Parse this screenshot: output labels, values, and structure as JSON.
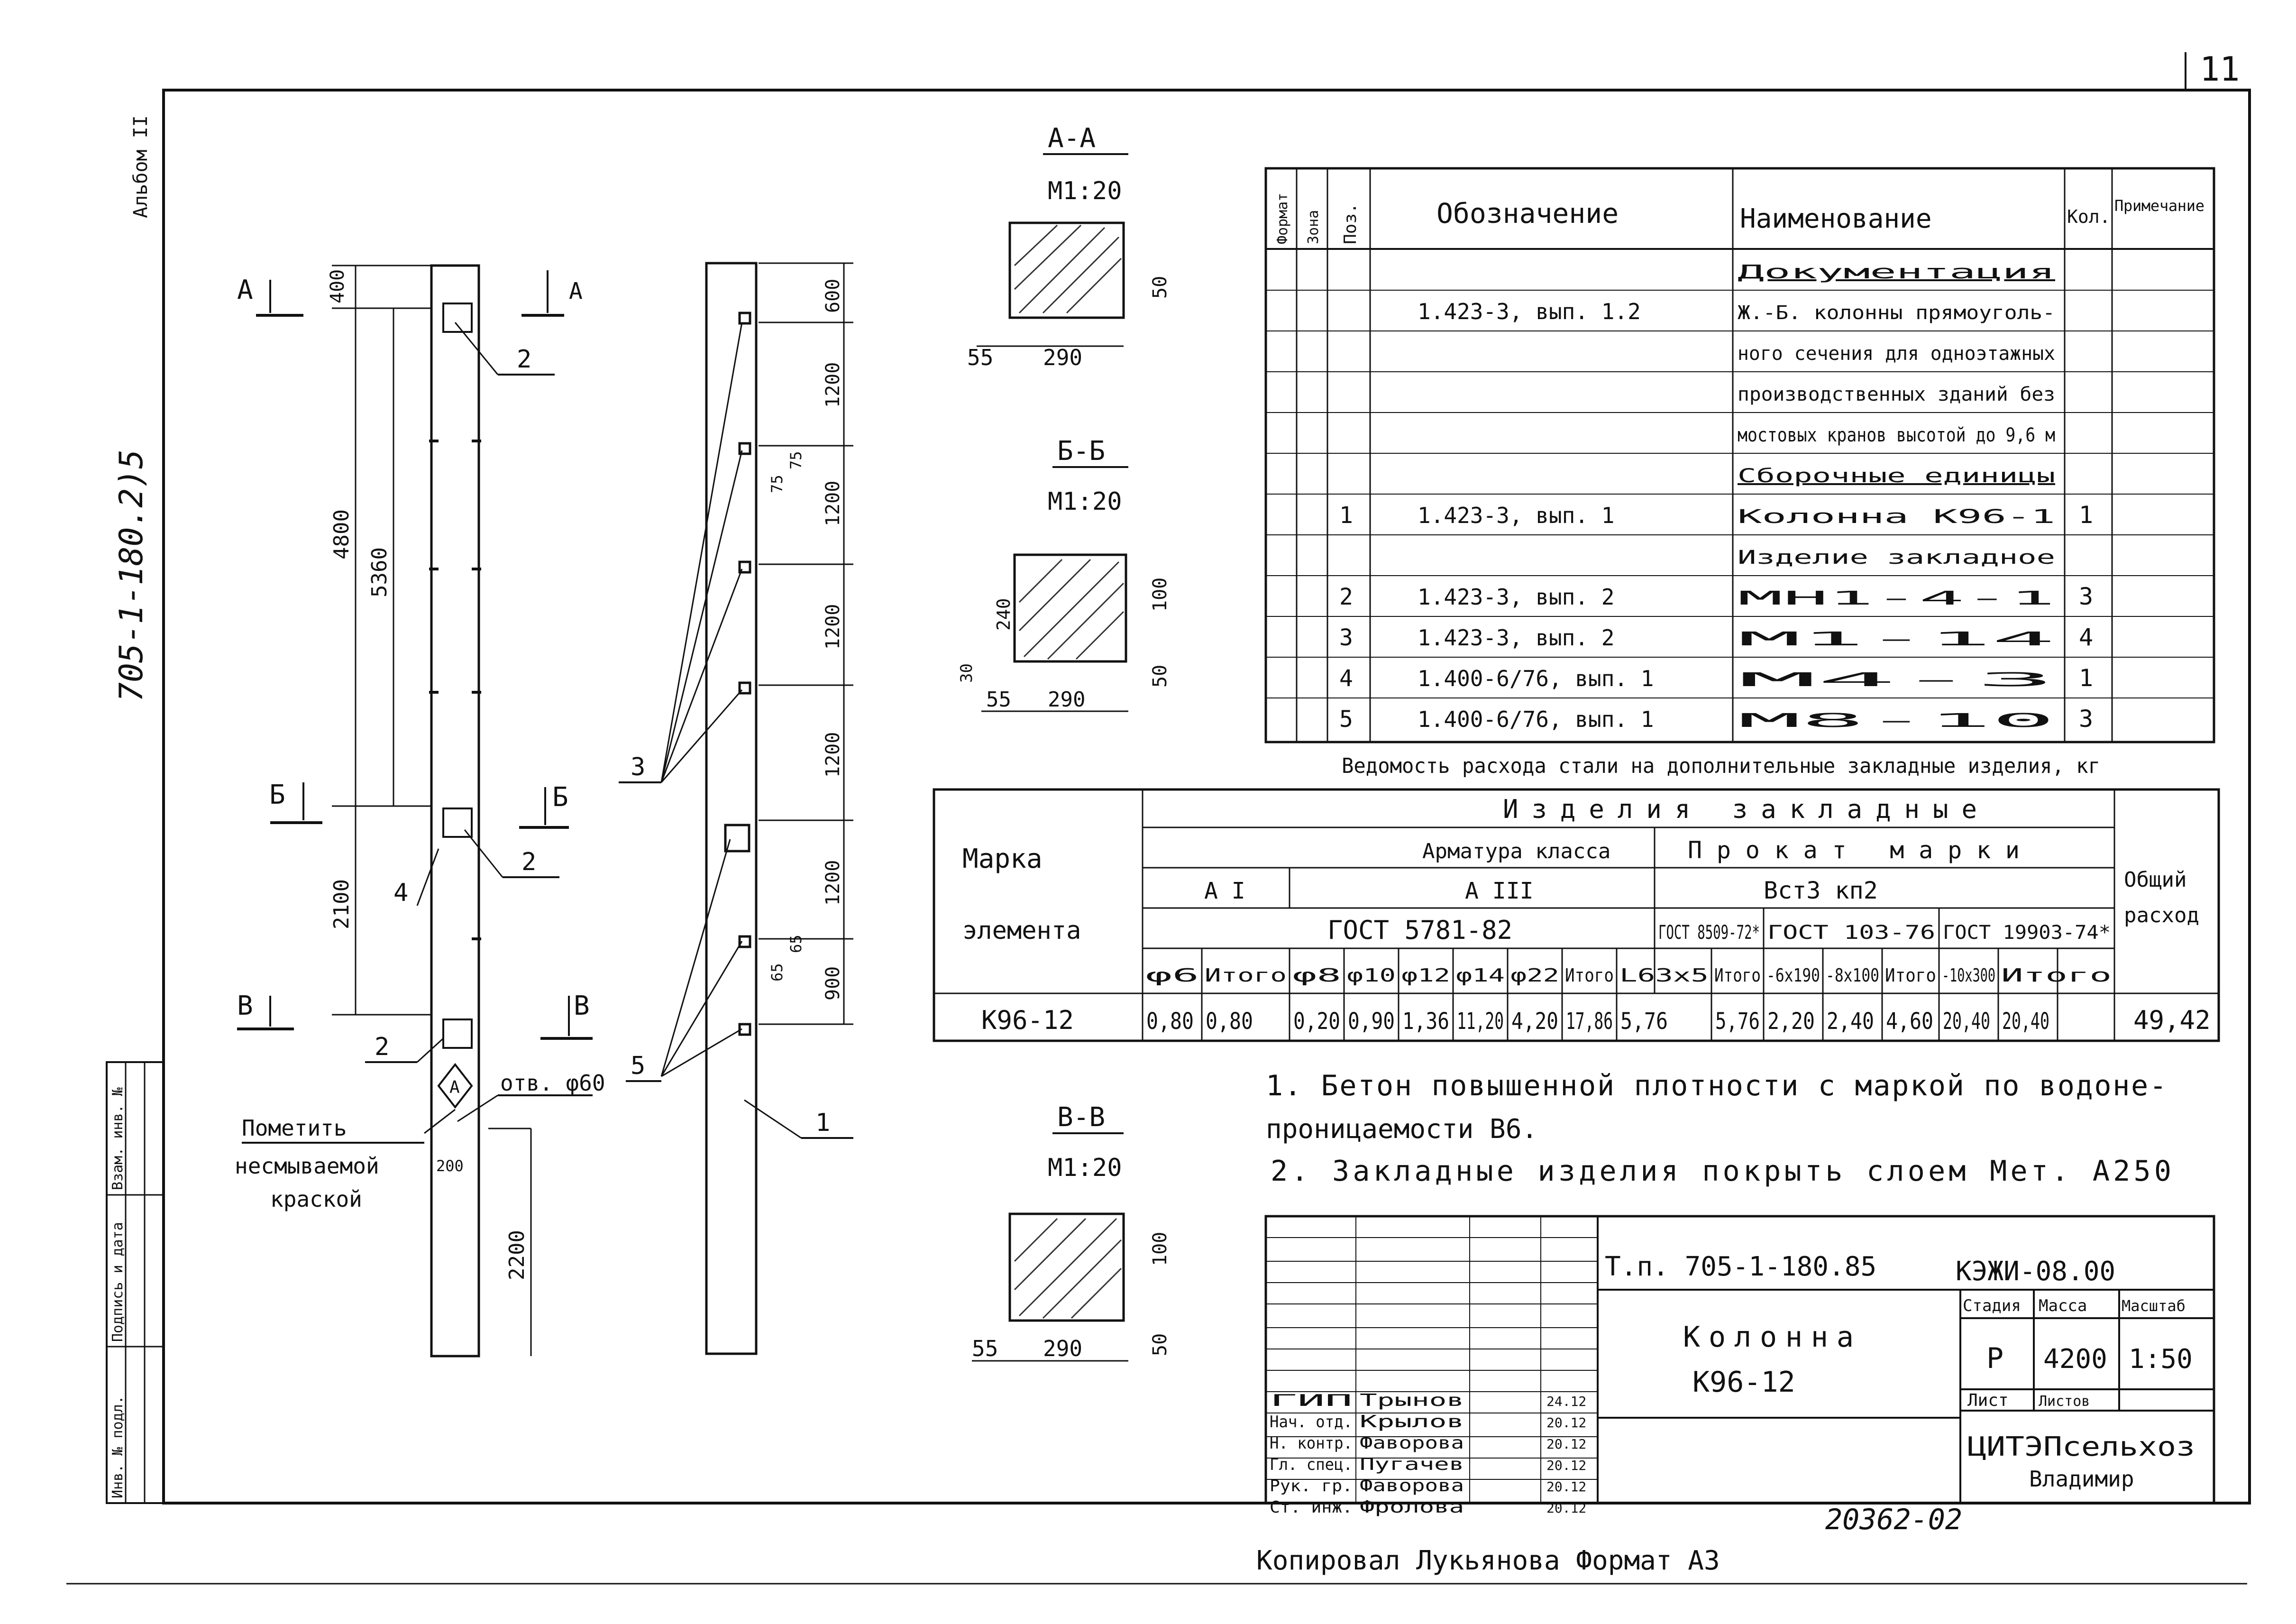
{
  "page": {
    "page_number": "11",
    "album": "Альбом II",
    "side_code": "705-1-180.2)5",
    "bottom_number": "20362-02",
    "footer": "Копировал Лукьянова  Формат А3"
  },
  "left_margin_labels": [
    "Инв. № подл.",
    "Подпись и дата",
    "Взам. инв. №"
  ],
  "column_elevation": {
    "dims": [
      "400",
      "4800",
      "5360",
      "2100",
      "2200",
      "200"
    ],
    "section_marks": [
      "А",
      "А",
      "Б",
      "Б",
      "В",
      "В"
    ],
    "callouts": [
      "2",
      "2",
      "2",
      "4"
    ],
    "mark_note": [
      "Пометить",
      "несмываемой",
      "краской"
    ],
    "hole_label": "отв. φ60",
    "diamond_mark": "А"
  },
  "column_side": {
    "dims": [
      "600",
      "1200",
      "75",
      "75",
      "1200",
      "1200",
      "1200",
      "1200",
      "65",
      "65",
      "900"
    ],
    "callouts": [
      "3",
      "5",
      "1"
    ]
  },
  "sections": [
    {
      "title": "А-А",
      "scale": "М1:20",
      "dims": [
        "55",
        "290",
        "50"
      ]
    },
    {
      "title": "Б-Б",
      "scale": "М1:20",
      "dims": [
        "240",
        "30",
        "55",
        "290",
        "100",
        "50"
      ]
    },
    {
      "title": "В-В",
      "scale": "М1:20",
      "dims": [
        "55",
        "290",
        "100",
        "50"
      ]
    }
  ],
  "spec_table": {
    "headers": [
      "Формат",
      "Зона",
      "Поз.",
      "Обозначение",
      "Наименование",
      "Кол.",
      "Примечание"
    ],
    "rows": [
      {
        "pos": "",
        "designation": "",
        "name": "Документация",
        "qty": "",
        "underline": true
      },
      {
        "pos": "",
        "designation": "1.423-3, вып. 1.2",
        "name": "Ж.-Б. колонны прямоуголь-",
        "qty": "",
        "underline": false
      },
      {
        "pos": "",
        "designation": "",
        "name": "ного сечения для одноэтажных",
        "qty": "",
        "underline": false
      },
      {
        "pos": "",
        "designation": "",
        "name": "производственных зданий без",
        "qty": "",
        "underline": false
      },
      {
        "pos": "",
        "designation": "",
        "name": "мостовых кранов высотой до 9,6 м",
        "qty": "",
        "underline": false
      },
      {
        "pos": "",
        "designation": "",
        "name": "Сборочные единицы",
        "qty": "",
        "underline": true
      },
      {
        "pos": "1",
        "designation": "1.423-3, вып. 1",
        "name": "Колонна К96-1",
        "qty": "1",
        "underline": false
      },
      {
        "pos": "",
        "designation": "",
        "name": "Изделие закладное",
        "qty": "",
        "underline": false
      },
      {
        "pos": "2",
        "designation": "1.423-3, вып. 2",
        "name": "МН1-4-1",
        "qty": "3",
        "underline": false
      },
      {
        "pos": "3",
        "designation": "1.423-3, вып. 2",
        "name": "М1-14",
        "qty": "4",
        "underline": false
      },
      {
        "pos": "4",
        "designation": "1.400-6/76, вып. 1",
        "name": "М4-3",
        "qty": "1",
        "underline": false
      },
      {
        "pos": "5",
        "designation": "1.400-6/76, вып. 1",
        "name": "М8-10",
        "qty": "3",
        "underline": false
      }
    ]
  },
  "steel_table": {
    "caption": "Ведомость расхода стали на дополнительные закладные изделия, кг",
    "mark_header": [
      "Марка",
      "элемента"
    ],
    "top_header": "Изделия закладные",
    "armature_header": "Арматура класса",
    "prokat_header": "Прокат марки",
    "class_ai": "А I",
    "class_aiii": "А III",
    "steel_grade": "Вст3 кп2",
    "gost_armature": "ГОСТ 5781-82",
    "gost_list": [
      "ГОСТ 8509-72*",
      "ГОСТ 103-76",
      "ГОСТ 19903-74*"
    ],
    "total_header": [
      "Общий",
      "расход"
    ],
    "sub_headers": [
      "φ6",
      "Итого",
      "φ8",
      "φ10",
      "φ12",
      "φ14",
      "φ22",
      "Итого",
      "L63x5",
      "Итого",
      "-6x190",
      "-8x100",
      "Итого",
      "-10x300",
      "Итого"
    ],
    "row": {
      "mark": "К96-12",
      "values": [
        "0,80",
        "0,80",
        "0,20",
        "0,90",
        "1,36",
        "11,20",
        "4,20",
        "17,86",
        "5,76",
        "5,76",
        "2,20",
        "2,40",
        "4,60",
        "20,40",
        "20,40"
      ],
      "total": "49,42"
    }
  },
  "notes": [
    "1. Бетон повышенной плотности с маркой по водоне-",
    "проницаемости В6.",
    "2. Закладные изделия покрыть слоем Мет. А250"
  ],
  "title_block": {
    "project": "Т.п. 705-1-180.85",
    "doc_code": "КЭЖИ-08.00",
    "title_lines": [
      "Колонна",
      "К96-12"
    ],
    "stage_header": "Стадия",
    "mass_header": "Масса",
    "scale_header": "Масштаб",
    "stage": "Р",
    "mass": "4200",
    "scale": "1:50",
    "sheet_label": "Лист",
    "sheets_label": "Листов",
    "org_lines": [
      "ЦИТЭПсельхоз",
      "Владимир"
    ],
    "signatures": [
      {
        "role": "ГИП",
        "name": "Трынов",
        "date": "24.12"
      },
      {
        "role": "Нач. отд.",
        "name": "Крылов",
        "date": "20.12"
      },
      {
        "role": "Н. контр.",
        "name": "Фаворова",
        "date": "20.12"
      },
      {
        "role": "Гл. спец.",
        "name": "Пугачев",
        "date": "20.12"
      },
      {
        "role": "Рук. гр.",
        "name": "Фаворова",
        "date": "20.12"
      },
      {
        "role": "Ст. инж.",
        "name": "Фролова",
        "date": "20.12"
      }
    ]
  }
}
